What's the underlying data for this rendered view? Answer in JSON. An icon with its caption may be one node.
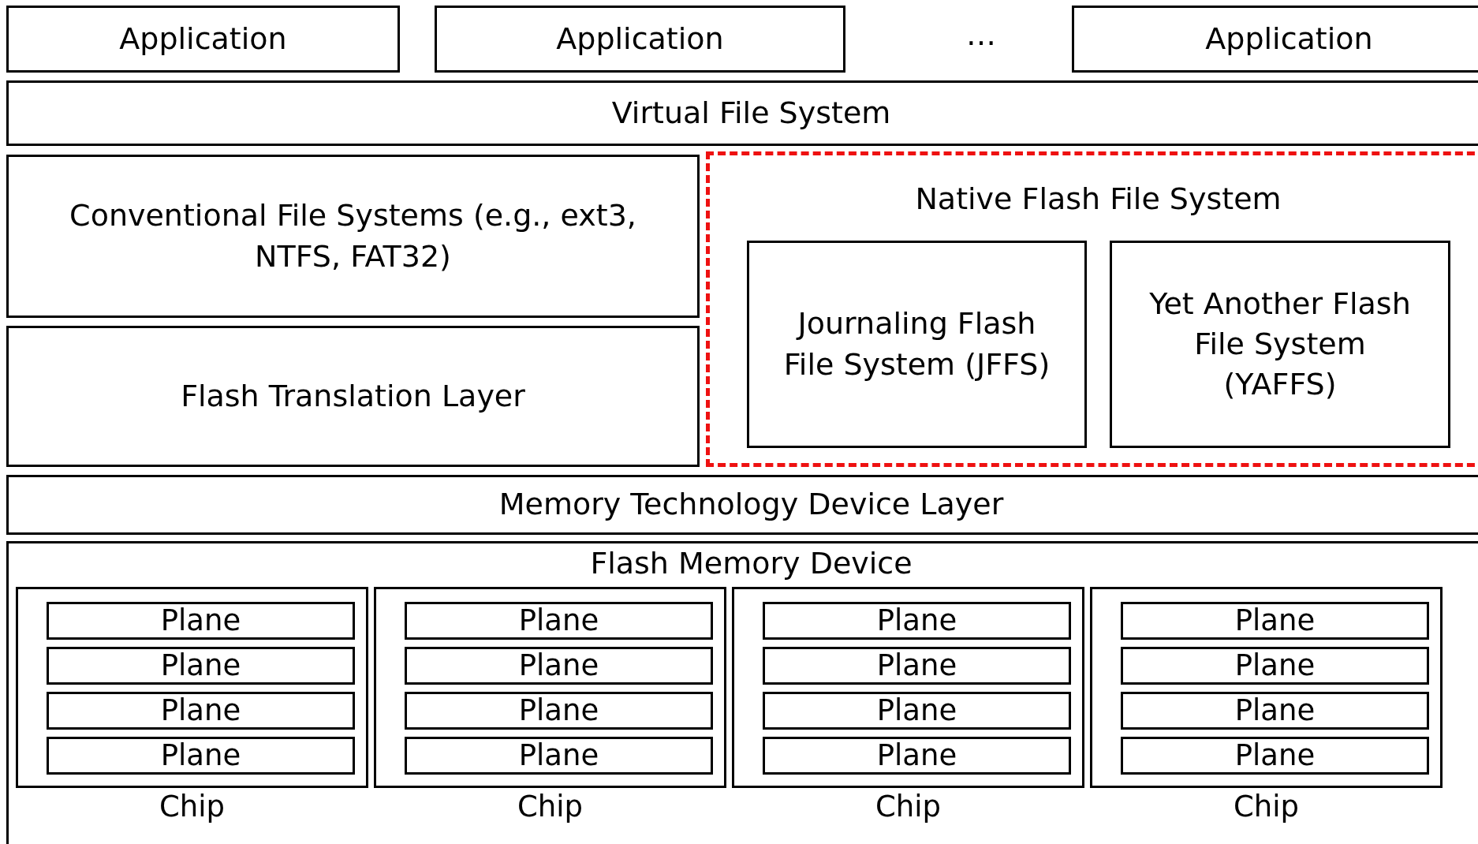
{
  "diagram": {
    "nodes": [
      {
        "text": [
          "Application"
        ]
      },
      {
        "text": [
          "Application"
        ]
      },
      {
        "text": [
          "Application"
        ]
      },
      {
        "text": [
          "Virtual File System"
        ]
      },
      {
        "text": [
          "Conventional File Systems (e.g., ext3, NTFS, FAT32)"
        ]
      },
      {
        "text": [
          "Flash Translation Layer"
        ]
      },
      {
        "text": [
          "Native Flash File System"
        ]
      },
      {
        "text": [
          "Journaling Flash File System (JFFS)"
        ],
        "in": 6
      },
      {
        "text": [
          "Yet Another Flash File System (YAFFS)"
        ],
        "in": 6
      },
      {
        "text": [
          "Memory Technology Device Layer"
        ]
      },
      {
        "text": [
          "Flash Memory Device"
        ]
      },
      {
        "text": [
          "Chip"
        ],
        "in": 10
      },
      {
        "text": [
          "Plane"
        ],
        "in": 11
      },
      {
        "text": [
          "Plane"
        ],
        "in": 11
      },
      {
        "text": [
          "Plane"
        ],
        "in": 11
      },
      {
        "text": [
          "Plane"
        ],
        "in": 11
      },
      {
        "text": [
          "Chip"
        ],
        "in": 10
      },
      {
        "text": [
          "Plane"
        ],
        "in": 16
      },
      {
        "text": [
          "Plane"
        ],
        "in": 16
      },
      {
        "text": [
          "Plane"
        ],
        "in": 16
      },
      {
        "text": [
          "Plane"
        ],
        "in": 16
      },
      {
        "text": [
          "Chip"
        ],
        "in": 10
      },
      {
        "text": [
          "Plane"
        ],
        "in": 21
      },
      {
        "text": [
          "Plane"
        ],
        "in": 21
      },
      {
        "text": [
          "Plane"
        ],
        "in": 21
      },
      {
        "text": [
          "Plane"
        ],
        "in": 21
      },
      {
        "text": [
          "Chip"
        ],
        "in": 10
      },
      {
        "text": [
          "Plane"
        ],
        "in": 26
      },
      {
        "text": [
          "Plane"
        ],
        "in": 26
      },
      {
        "text": [
          "Plane"
        ],
        "in": 26
      },
      {
        "text": [
          "Plane"
        ],
        "in": 26
      }
    ],
    "labels": [
      "…"
    ]
  }
}
